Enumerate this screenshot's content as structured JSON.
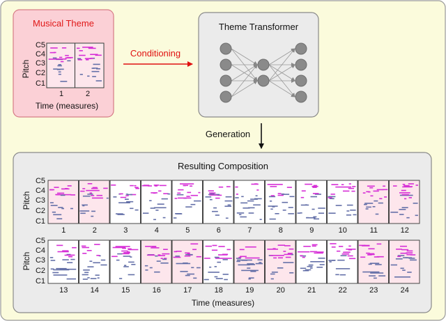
{
  "theme_box": {
    "title": "Musical Theme",
    "ylabel": "Pitch",
    "xlabel": "Time (measures)",
    "pitch_ticks": [
      "C5",
      "C4",
      "C3",
      "C2",
      "C1"
    ],
    "measures": [
      "1",
      "2"
    ]
  },
  "arrow_conditioning": {
    "label": "Conditioning"
  },
  "transformer_box": {
    "title": "Theme Transformer",
    "layers": [
      4,
      2,
      4
    ]
  },
  "arrow_generation": {
    "label": "Generation"
  },
  "composition_box": {
    "title": "Resulting Composition",
    "ylabel": "Pitch",
    "xlabel": "Time (measures)",
    "pitch_ticks": [
      "C5",
      "C4",
      "C3",
      "C2",
      "C1"
    ],
    "row1_measures": [
      "1",
      "2",
      "3",
      "4",
      "5",
      "6",
      "7",
      "8",
      "9",
      "10",
      "11",
      "12"
    ],
    "row2_measures": [
      "13",
      "14",
      "15",
      "16",
      "17",
      "18",
      "19",
      "20",
      "21",
      "22",
      "23",
      "24"
    ],
    "theme_measures": [
      "1",
      "2",
      "11",
      "12",
      "16",
      "17",
      "19",
      "20",
      "23",
      "24"
    ]
  },
  "colors": {
    "outer_background": "#fbfbdc",
    "theme_fill": "#fbd0d6",
    "theme_border": "#d67c86",
    "panel_fill": "#ebebeb",
    "panel_border": "#8a8a8a",
    "highlight_measure": "#fde6ec",
    "note_magenta": "#d62ed6",
    "note_blue": "#6470a8",
    "node_gray": "#8a8a8a",
    "conditioning_red": "#e01010"
  }
}
